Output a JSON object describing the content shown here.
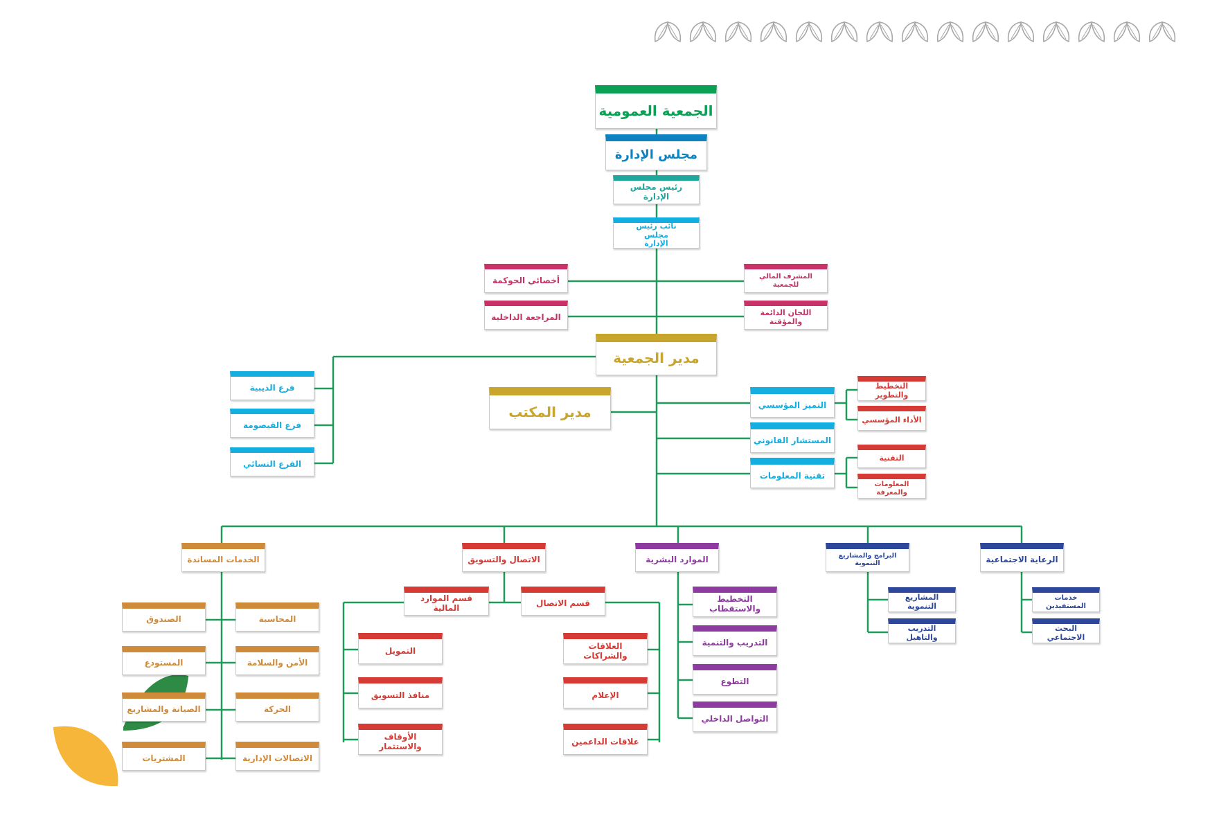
{
  "colors": {
    "line": "#1f9a5b",
    "green": "#0aa155",
    "blue": "#0e82c1",
    "teal": "#1fa79e",
    "cyan": "#14aee0",
    "pink": "#c83268",
    "gold": "#c8a52c",
    "red": "#d63a35",
    "orange": "#cf8a3a",
    "purple": "#8e3aa0",
    "navy": "#2d479a",
    "leaf": "#a8a8a8",
    "deco_green": "#2e8b45",
    "deco_yellow": "#f6b63a"
  },
  "top_chain": {
    "general_assembly": "الجمعية العمومية",
    "board": "مجلس الإدارة",
    "chairman": "رئيس مجلس الإدارة",
    "vice_chairman": "نائب رئيس مجلس الإدارة"
  },
  "board_units": {
    "governance": "أخصائي الحوكمة",
    "internal_audit": "المراجعة الداخلية",
    "financial_supervisor": "المشرف المالي للجمعية",
    "committees": "اللجان الدائمة والمؤقتة"
  },
  "director": "مدير الجمعية",
  "office_manager": "مدير المكتب",
  "branches": [
    "فرع الذيبية",
    "فرع القيصومة",
    "الفرع النسائي"
  ],
  "right_units": {
    "excellence": "التميز المؤسسي",
    "legal": "المستشار القانوني",
    "it": "تقنية المعلومات",
    "planning": "التخطيط والتطوير",
    "performance": "الأداء المؤسسي",
    "technology": "التقنية",
    "knowledge": "المعلومات والمعرفة"
  },
  "departments": {
    "support": {
      "name": "الخدمات المساندة",
      "left": [
        "الصندوق",
        "المستودع",
        "الصيانة والمشاريع",
        "المشتريات"
      ],
      "right": [
        "المحاسبة",
        "الأمن والسلامة",
        "الحركة",
        "الاتصالات الإدارية"
      ]
    },
    "comms": {
      "name": "الاتصال والتسويق",
      "finance_section": "قسم الموارد المالية",
      "finance_items": [
        "التمويل",
        "منافذ التسويق",
        "الأوقاف والاستثمار"
      ],
      "comm_section": "قسم الاتصال",
      "comm_items": [
        "العلاقات والشراكات",
        "الإعلام",
        "علاقات الداعمين"
      ]
    },
    "hr": {
      "name": "الموارد البشرية",
      "items": [
        "التخطيط والاستقطاب",
        "التدريب والتنمية",
        "التطوع",
        "التواصل الداخلي"
      ]
    },
    "programs": {
      "name": "البرامج والمشاريع التنموية",
      "items": [
        "المشاريع التنموية",
        "التدريب والتاهيل"
      ]
    },
    "social": {
      "name": "الرعاية الاجتماعية",
      "items": [
        "خدمات المستفيدين",
        "البحث الاجتماعي"
      ]
    }
  }
}
